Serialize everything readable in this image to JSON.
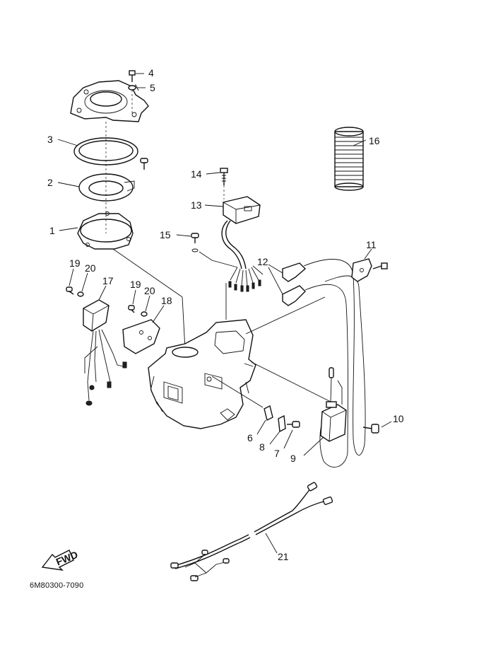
{
  "callouts": {
    "c1": "1",
    "c2": "2",
    "c3": "3",
    "c4": "4",
    "c5": "5",
    "c6": "6",
    "c7": "7",
    "c8": "8",
    "c9": "9",
    "c10": "10",
    "c11": "11",
    "c12": "12",
    "c13": "13",
    "c14": "14",
    "c15": "15",
    "c16": "16",
    "c17": "17",
    "c18": "18",
    "c19a": "19",
    "c20a": "20",
    "c19b": "19",
    "c20b": "20",
    "c21": "21"
  },
  "fwd_label": "FWD",
  "drawing_number": "6M80300-7090"
}
